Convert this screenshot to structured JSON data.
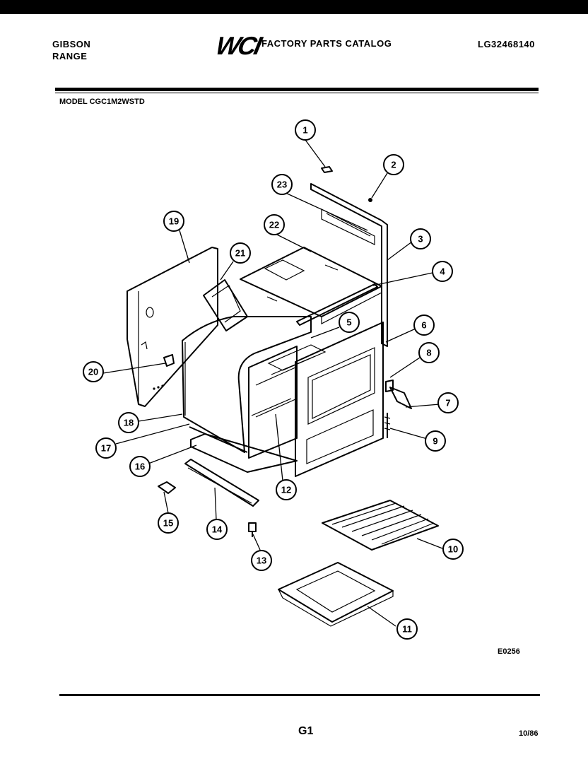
{
  "header": {
    "brand_line1": "GIBSON",
    "brand_line2": "RANGE",
    "logo": "WCI",
    "catalog_title": "FACTORY PARTS CATALOG",
    "catalog_number": "LG32468140"
  },
  "model_label": "MODEL CGC1M2WSTD",
  "diagram": {
    "callouts": [
      "1",
      "2",
      "3",
      "4",
      "5",
      "6",
      "7",
      "8",
      "9",
      "10",
      "11",
      "12",
      "13",
      "14",
      "15",
      "16",
      "17",
      "18",
      "19",
      "20",
      "21",
      "22",
      "23"
    ]
  },
  "footer": {
    "drawing_code": "E0256",
    "page_label": "G1",
    "date": "10/86"
  }
}
